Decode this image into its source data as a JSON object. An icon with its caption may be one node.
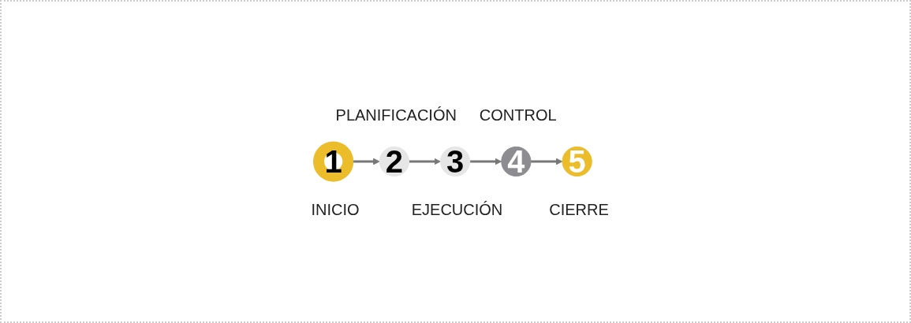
{
  "diagram": {
    "nodes": [
      {
        "text": [
          "1"
        ],
        "beside": [
          "INICIO"
        ]
      },
      {
        "text": [
          "2"
        ],
        "beside": [
          "PLANIFICACIÓN"
        ]
      },
      {
        "text": [
          "3"
        ],
        "beside": [
          "EJECUCIÓN"
        ]
      },
      {
        "text": [
          "4"
        ],
        "beside": [
          "CONTROL"
        ]
      },
      {
        "text": [
          "5"
        ],
        "beside": [
          "CIERRE"
        ]
      }
    ],
    "edges": [
      {
        "from": 0,
        "to": 1,
        "arrow": "to"
      },
      {
        "from": 1,
        "to": 2,
        "arrow": "to"
      },
      {
        "from": 2,
        "to": 3,
        "arrow": "to"
      },
      {
        "from": 3,
        "to": 4,
        "arrow": "to"
      }
    ]
  }
}
